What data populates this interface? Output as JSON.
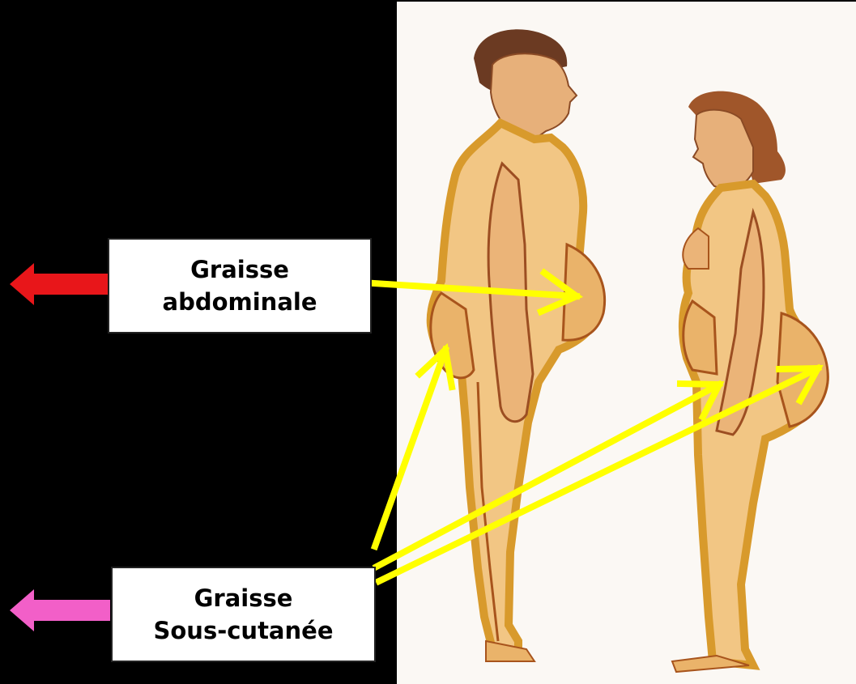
{
  "labels": {
    "abdominal": {
      "line1": "Graisse",
      "line2": "abdominale"
    },
    "subcutaneous": {
      "line1": "Graisse",
      "line2": "Sous-cutanée"
    }
  },
  "colors": {
    "background": "#000000",
    "illustration_bg": "#fbf8f4",
    "abdominal_arrow": "#e8161a",
    "subcutaneous_arrow": "#f25fc8",
    "pointer_arrows": "#ffff00",
    "body_fill": "#e9b46e",
    "fat_layer": "#d89a2c"
  },
  "icons": {
    "abdominal_side_arrow": "left-arrow-icon",
    "subcutaneous_side_arrow": "left-arrow-icon"
  },
  "figures": [
    "man-figure",
    "woman-figure"
  ]
}
